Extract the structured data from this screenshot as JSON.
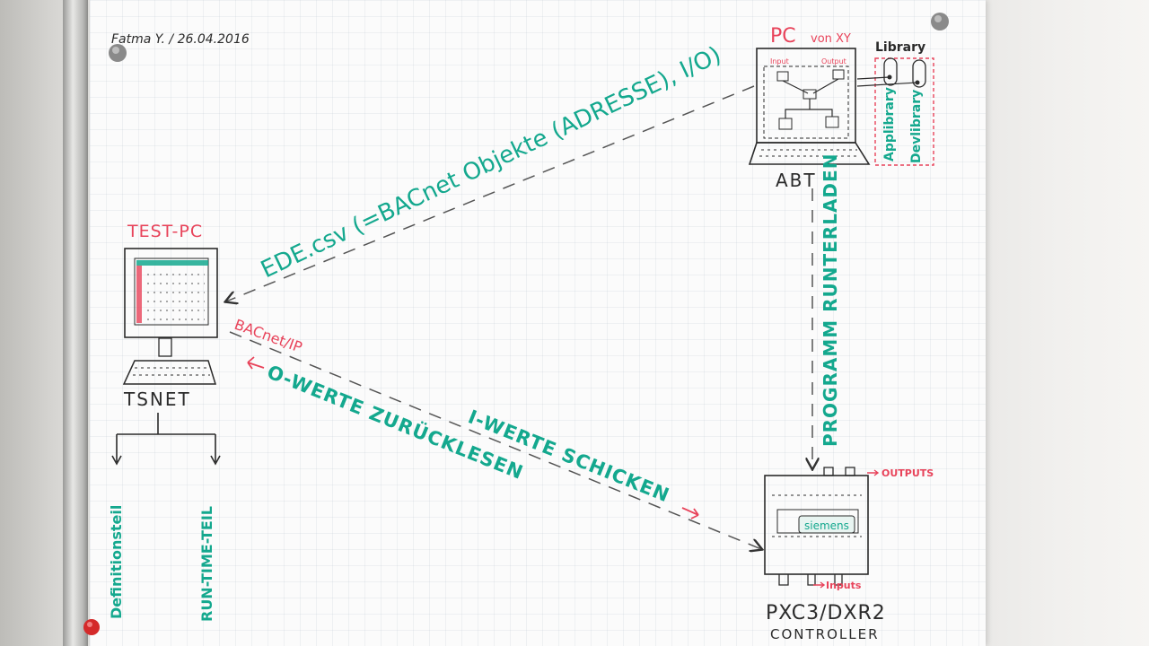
{
  "author_date": "Fatma Y. / 26.04.2016",
  "pc": {
    "title": "PC",
    "suffix": "von XY",
    "input": "Input",
    "output": "Output",
    "caption": "ABT"
  },
  "library": {
    "title": "Library",
    "applibrary": "Applibrary",
    "devlibrary": "Devlibrary"
  },
  "ede_label": "EDE.csv (=BACnet Objekte (ADRESSE), I/O)",
  "test_pc": {
    "title": "TEST-PC",
    "caption": "TSNET",
    "part_left": "Definitionsteil",
    "part_right": "RUN-TIME-TEIL"
  },
  "program_label": "PROGRAMM RUNTERLADEN",
  "bacnet_label": "BACnet/IP",
  "i_werte": "I-WERTE SCHICKEN",
  "o_werte": "O-WERTE ZURÜCKLESEN",
  "controller": {
    "brand": "siemens",
    "outputs": "OUTPUTS",
    "inputs": "Inputs",
    "name": "PXC3/DXR2",
    "caption": "CONTROLLER"
  },
  "colors": {
    "teal": "#14a88e",
    "red": "#e8435a",
    "ink": "#2b2b2b",
    "dash": "#555555"
  }
}
